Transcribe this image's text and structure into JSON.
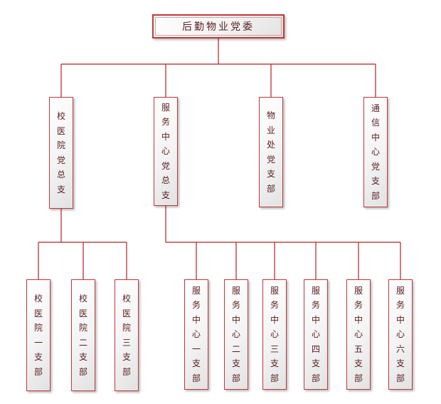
{
  "diagram": {
    "root": "后勤物业党委",
    "branches": [
      {
        "id": "b1",
        "label": "校医院党总支",
        "children": [
          {
            "id": "c1",
            "label": "校医院一支部"
          },
          {
            "id": "c2",
            "label": "校医院二支部"
          },
          {
            "id": "c3",
            "label": "校医院三支部"
          }
        ]
      },
      {
        "id": "b2",
        "label": "服务中心党总支",
        "children": [
          {
            "id": "c4",
            "label": "服务中心一支部"
          },
          {
            "id": "c5",
            "label": "服务中心二支部"
          },
          {
            "id": "c6",
            "label": "服务中心三支部"
          },
          {
            "id": "c7",
            "label": "服务中心四支部"
          },
          {
            "id": "c8",
            "label": "服务中心五支部"
          },
          {
            "id": "c9",
            "label": "服务中心六支部"
          }
        ]
      },
      {
        "id": "b3",
        "label": "物业处党支部",
        "children": []
      },
      {
        "id": "b4",
        "label": "通信中心党支部",
        "children": []
      }
    ],
    "colors": {
      "border": "#c0393b",
      "line": "#b22222",
      "text": "#5a1d1d"
    }
  }
}
